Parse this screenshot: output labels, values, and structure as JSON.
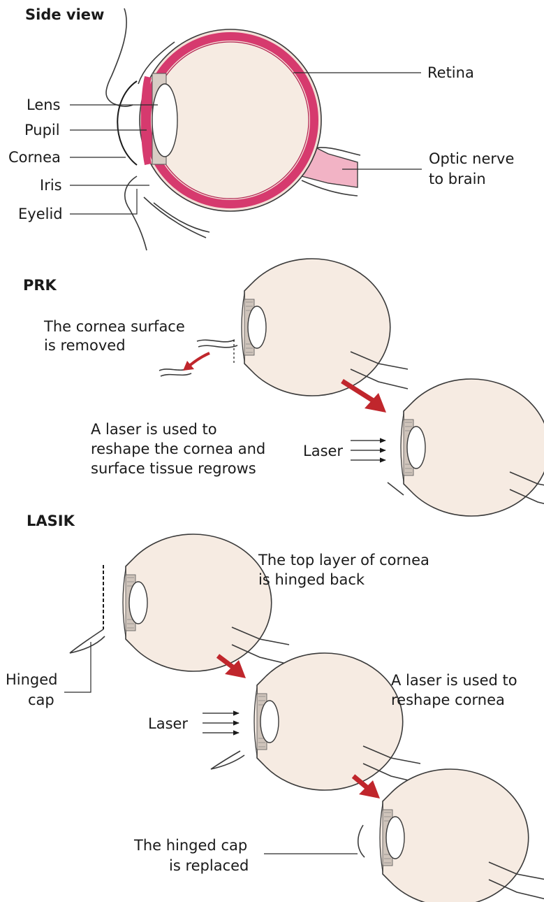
{
  "headings": {
    "side_view": "Side view",
    "prk": "PRK",
    "lasik": "LASIK"
  },
  "side_view_labels": {
    "lens": "Lens",
    "pupil": "Pupil",
    "cornea": "Cornea",
    "iris": "Iris",
    "eyelid": "Eyelid",
    "retina": "Retina",
    "optic_nerve_line1": "Optic nerve",
    "optic_nerve_line2": "to brain"
  },
  "prk": {
    "step1_line1": "The cornea surface",
    "step1_line2": "is removed",
    "step2_line1": "A laser is used to",
    "step2_line2": "reshape the cornea and",
    "step2_line3": "surface tissue regrows",
    "laser_label": "Laser"
  },
  "lasik": {
    "step1_line1": "The top layer of cornea",
    "step1_line2": "is hinged back",
    "hinged_cap_line1": "Hinged",
    "hinged_cap_line2": "cap",
    "step2_line1": "A laser is used to",
    "step2_line2": "reshape cornea",
    "laser_label": "Laser",
    "step3_line1": "The hinged cap",
    "step3_line2": "is replaced"
  },
  "colors": {
    "retina_pink": "#d63a6e",
    "nerve_pink": "#f2b3c5",
    "eye_fill": "#f6ebe2",
    "arrow_red": "#c0262c"
  }
}
